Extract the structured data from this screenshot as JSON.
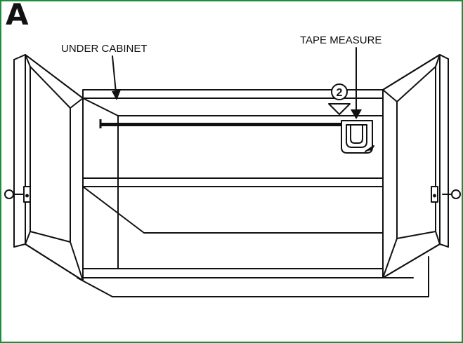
{
  "figure": {
    "panel_letter": "A",
    "labels": {
      "under_cabinet": "UNDER CABINET",
      "tape_measure": "TAPE MEASURE"
    },
    "step_marker": "2",
    "colors": {
      "border": "#1a8f3a",
      "ink": "#111111"
    }
  }
}
